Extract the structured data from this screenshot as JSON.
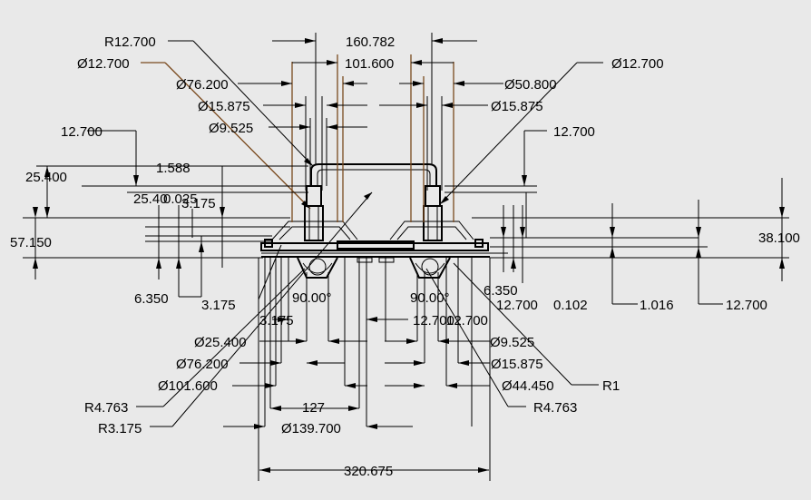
{
  "top_row": {
    "r12_700": "R12.700",
    "d160_782": "160.782",
    "phi_12_700_left": "Ø12.700",
    "d101_600": "101.600",
    "phi_12_700_right": "Ø12.700",
    "phi_76_200_top": "Ø76.200",
    "phi_50_800": "Ø50.800",
    "phi_15_875_top_left": "Ø15.875",
    "phi_15_875_top_right": "Ø15.875",
    "phi_9_525_top": "Ø9.525"
  },
  "left_side": {
    "d12_700": "12.700",
    "d25_400": "25.400",
    "d1_588": "1.588",
    "d25_overlap": "25.40",
    "d2_overlap": "0.025",
    "d3_175_a": "3.175",
    "d57_150": "57.150",
    "d6_350": "6.350",
    "d3_175_b": "3.175"
  },
  "right_side": {
    "d12_700": "12.700",
    "d38_100": "38.100",
    "d6_350": "6.350",
    "d12_700_b": "12.700",
    "d0_102": "0.102",
    "d1_016": "1.016",
    "d12_700_c": "12.700"
  },
  "lower": {
    "angle_left": "90.00°",
    "angle_right": "90.00°",
    "d3_175_c": "3.175",
    "d12_700_d": "12.700",
    "d12_700_e": "12.700",
    "phi_25_400": "Ø25.400",
    "phi_9_525_bottom": "Ø9.525",
    "phi_76_200_bottom": "Ø76.200",
    "phi_15_875_bottom": "Ø15.875",
    "phi_101_600": "Ø101.600",
    "phi_44_450": "Ø44.450",
    "r1": "R1",
    "r4_763_left": "R4.763",
    "r4_763_right": "R4.763",
    "d127": "127",
    "r3_175": "R3.175",
    "phi_139_700": "Ø139.700",
    "d320_675": "320.675"
  }
}
